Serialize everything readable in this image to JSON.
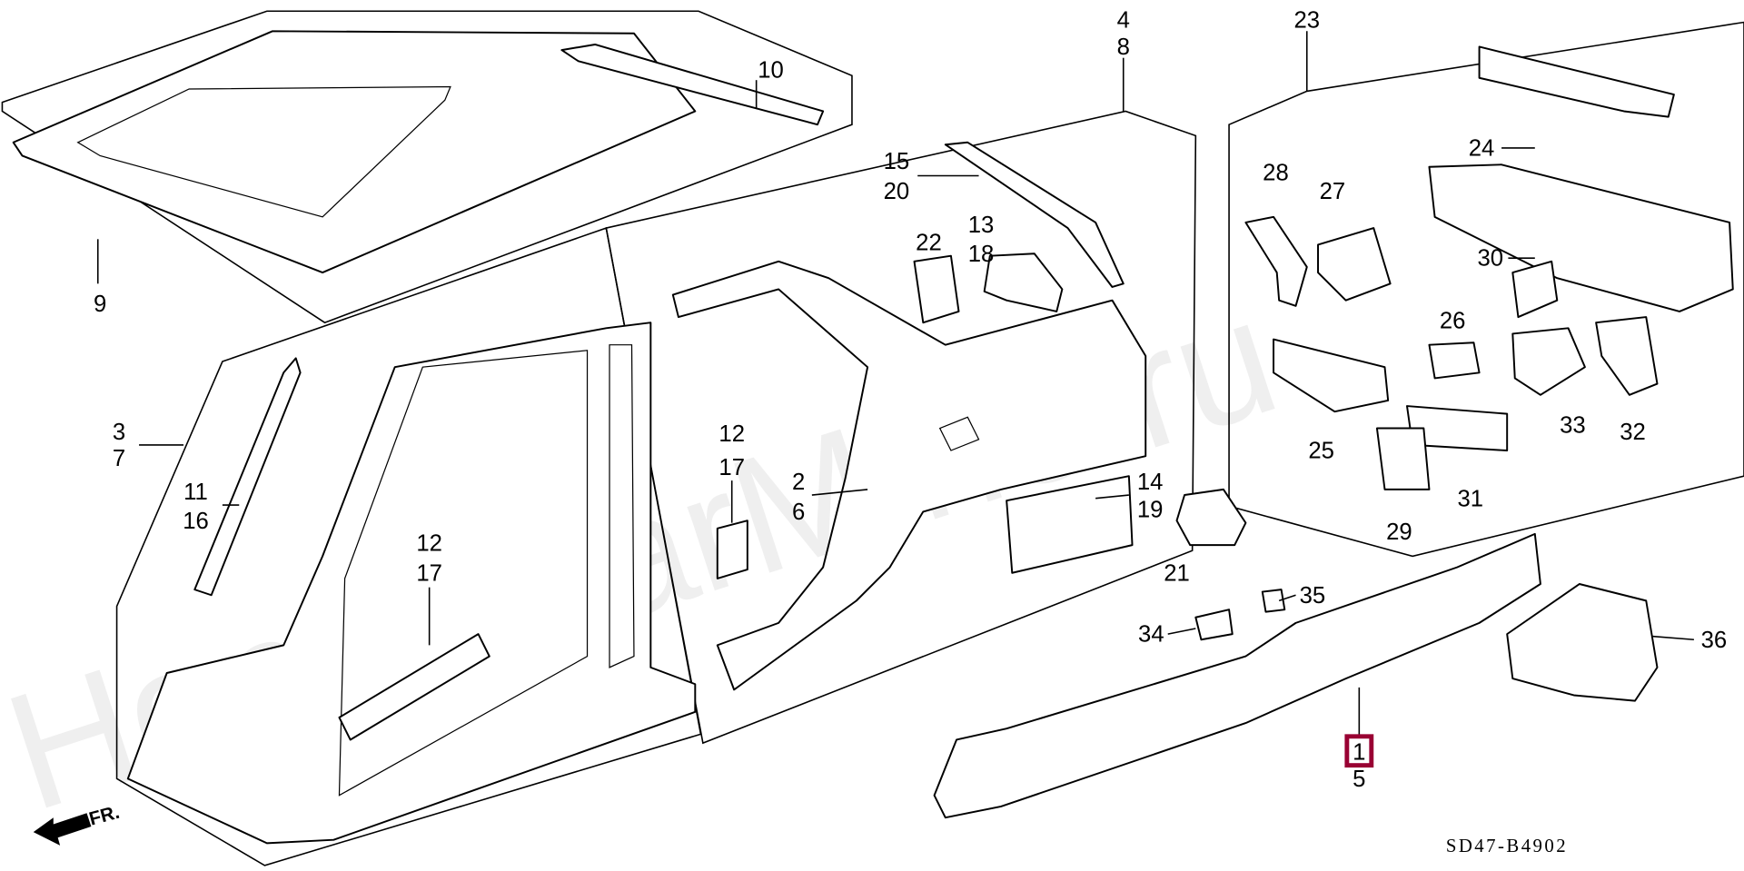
{
  "diagram": {
    "watermark": "HondaCarMine.ru",
    "drawing_code": "SD47-B4902",
    "front_indicator": "FR.",
    "highlight_color": "#990033",
    "highlighted_part": "1",
    "callouts": {
      "c1": "1",
      "c5": "5",
      "c2": "2",
      "c6": "6",
      "c3": "3",
      "c7": "7",
      "c4": "4",
      "c8": "8",
      "c9": "9",
      "c10": "10",
      "c11": "11",
      "c16": "16",
      "c12a": "12",
      "c17a": "17",
      "c12b": "12",
      "c17b": "17",
      "c13": "13",
      "c18": "18",
      "c14": "14",
      "c19": "19",
      "c15": "15",
      "c20": "20",
      "c21": "21",
      "c22": "22",
      "c23": "23",
      "c24": "24",
      "c25": "25",
      "c26": "26",
      "c27": "27",
      "c28": "28",
      "c29": "29",
      "c30": "30",
      "c31": "31",
      "c32": "32",
      "c33": "33",
      "c34": "34",
      "c35": "35",
      "c36": "36"
    }
  }
}
